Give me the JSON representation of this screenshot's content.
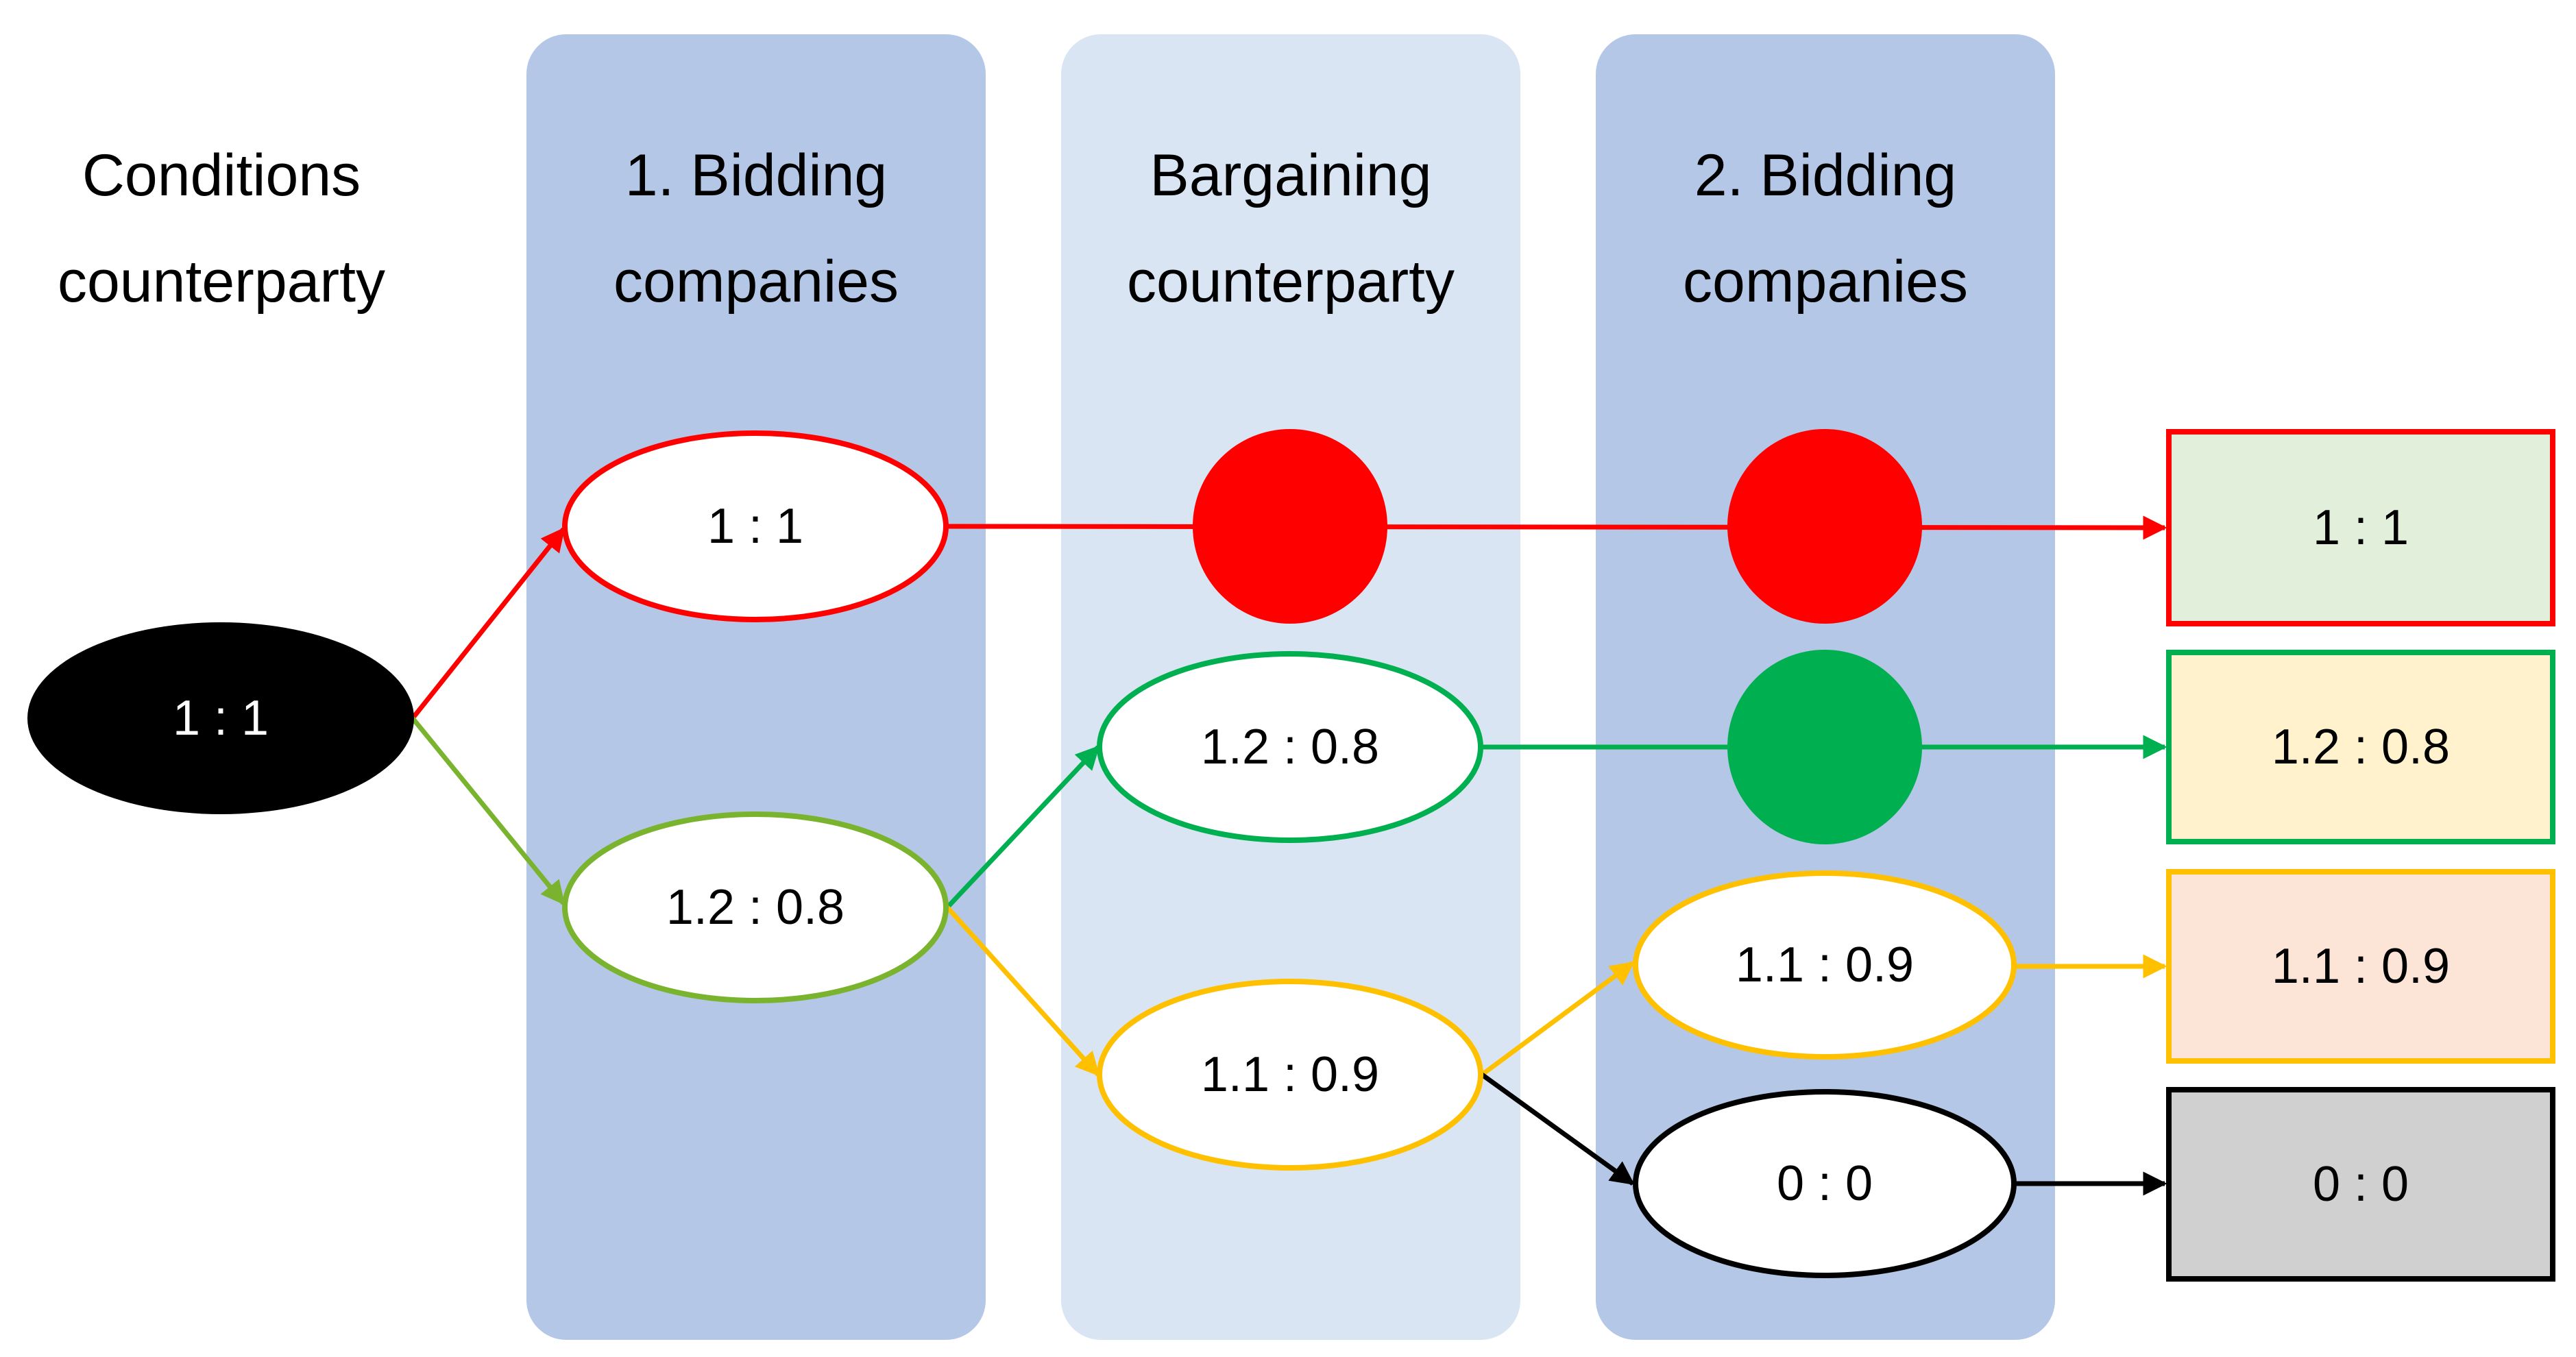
{
  "columns": {
    "conditions": {
      "line1": "Conditions",
      "line2": "counterparty"
    },
    "bidding1": {
      "line1": "1. Bidding",
      "line2": "companies"
    },
    "bargaining": {
      "line1": "Bargaining",
      "line2": "counterparty"
    },
    "bidding2": {
      "line1": "2. Bidding",
      "line2": "companies"
    }
  },
  "colors": {
    "column_dark": "#b4c7e7",
    "column_light": "#dae5f4",
    "red": "#ff0000",
    "lime": "#7ab32e",
    "green": "#00b050",
    "yellow": "#ffc000",
    "black": "#000000",
    "out_red_fill": "#e2efda",
    "out_green_fill": "#fff2cc",
    "out_yellow_fill": "#fce4d6",
    "out_black_fill": "#d0d0d0"
  },
  "nodes": {
    "start": "1 : 1",
    "b1_top": "1 : 1",
    "b1_bottom": "1.2 : 0.8",
    "bg_mid": "1.2 : 0.8",
    "bg_low": "1.1 : 0.9",
    "b2_yellow": "1.1 : 0.9",
    "b2_black": "0 : 0"
  },
  "outcomes": {
    "red": "1 : 1",
    "green": "1.2 : 0.8",
    "yellow": "1.1 : 0.9",
    "black": "0 : 0"
  }
}
